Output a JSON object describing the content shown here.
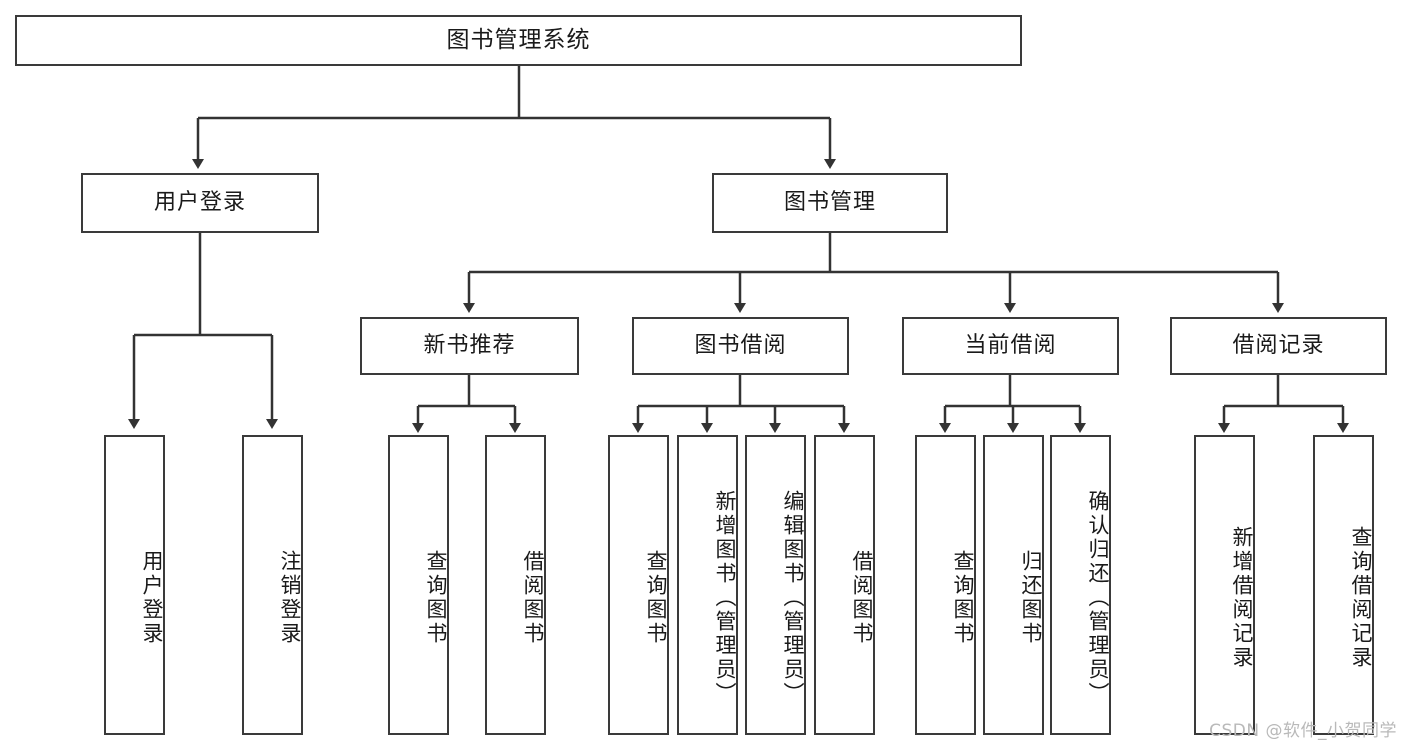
{
  "diagram": {
    "title": "图书管理系统",
    "type": "function-structure-tree",
    "colors": {
      "background": "#ffffff",
      "box_border": "#3a3a3a",
      "connector": "#333333",
      "text": "#1a1a1a",
      "watermark": "#b9b9b9"
    },
    "root": {
      "label": "图书管理系统"
    },
    "level2": [
      {
        "label": "用户登录"
      },
      {
        "label": "图书管理"
      }
    ],
    "level3": [
      {
        "label": "新书推荐"
      },
      {
        "label": "图书借阅"
      },
      {
        "label": "当前借阅"
      },
      {
        "label": "借阅记录"
      }
    ],
    "leaves": {
      "user_login": [
        {
          "label": "用户登录"
        },
        {
          "label": "注销登录"
        }
      ],
      "new_book_recommend": [
        {
          "label": "查询图书"
        },
        {
          "label": "借阅图书"
        }
      ],
      "book_borrow": [
        {
          "label": "查询图书"
        },
        {
          "label": "新增图书（管理员）"
        },
        {
          "label": "编辑图书（管理员）"
        },
        {
          "label": "借阅图书"
        }
      ],
      "current_borrow": [
        {
          "label": "查询图书"
        },
        {
          "label": "归还图书"
        },
        {
          "label": "确认归还（管理员）"
        }
      ],
      "borrow_record": [
        {
          "label": "新增借阅记录"
        },
        {
          "label": "查询借阅记录"
        }
      ]
    },
    "watermark": "CSDN @软件_小贺同学"
  }
}
